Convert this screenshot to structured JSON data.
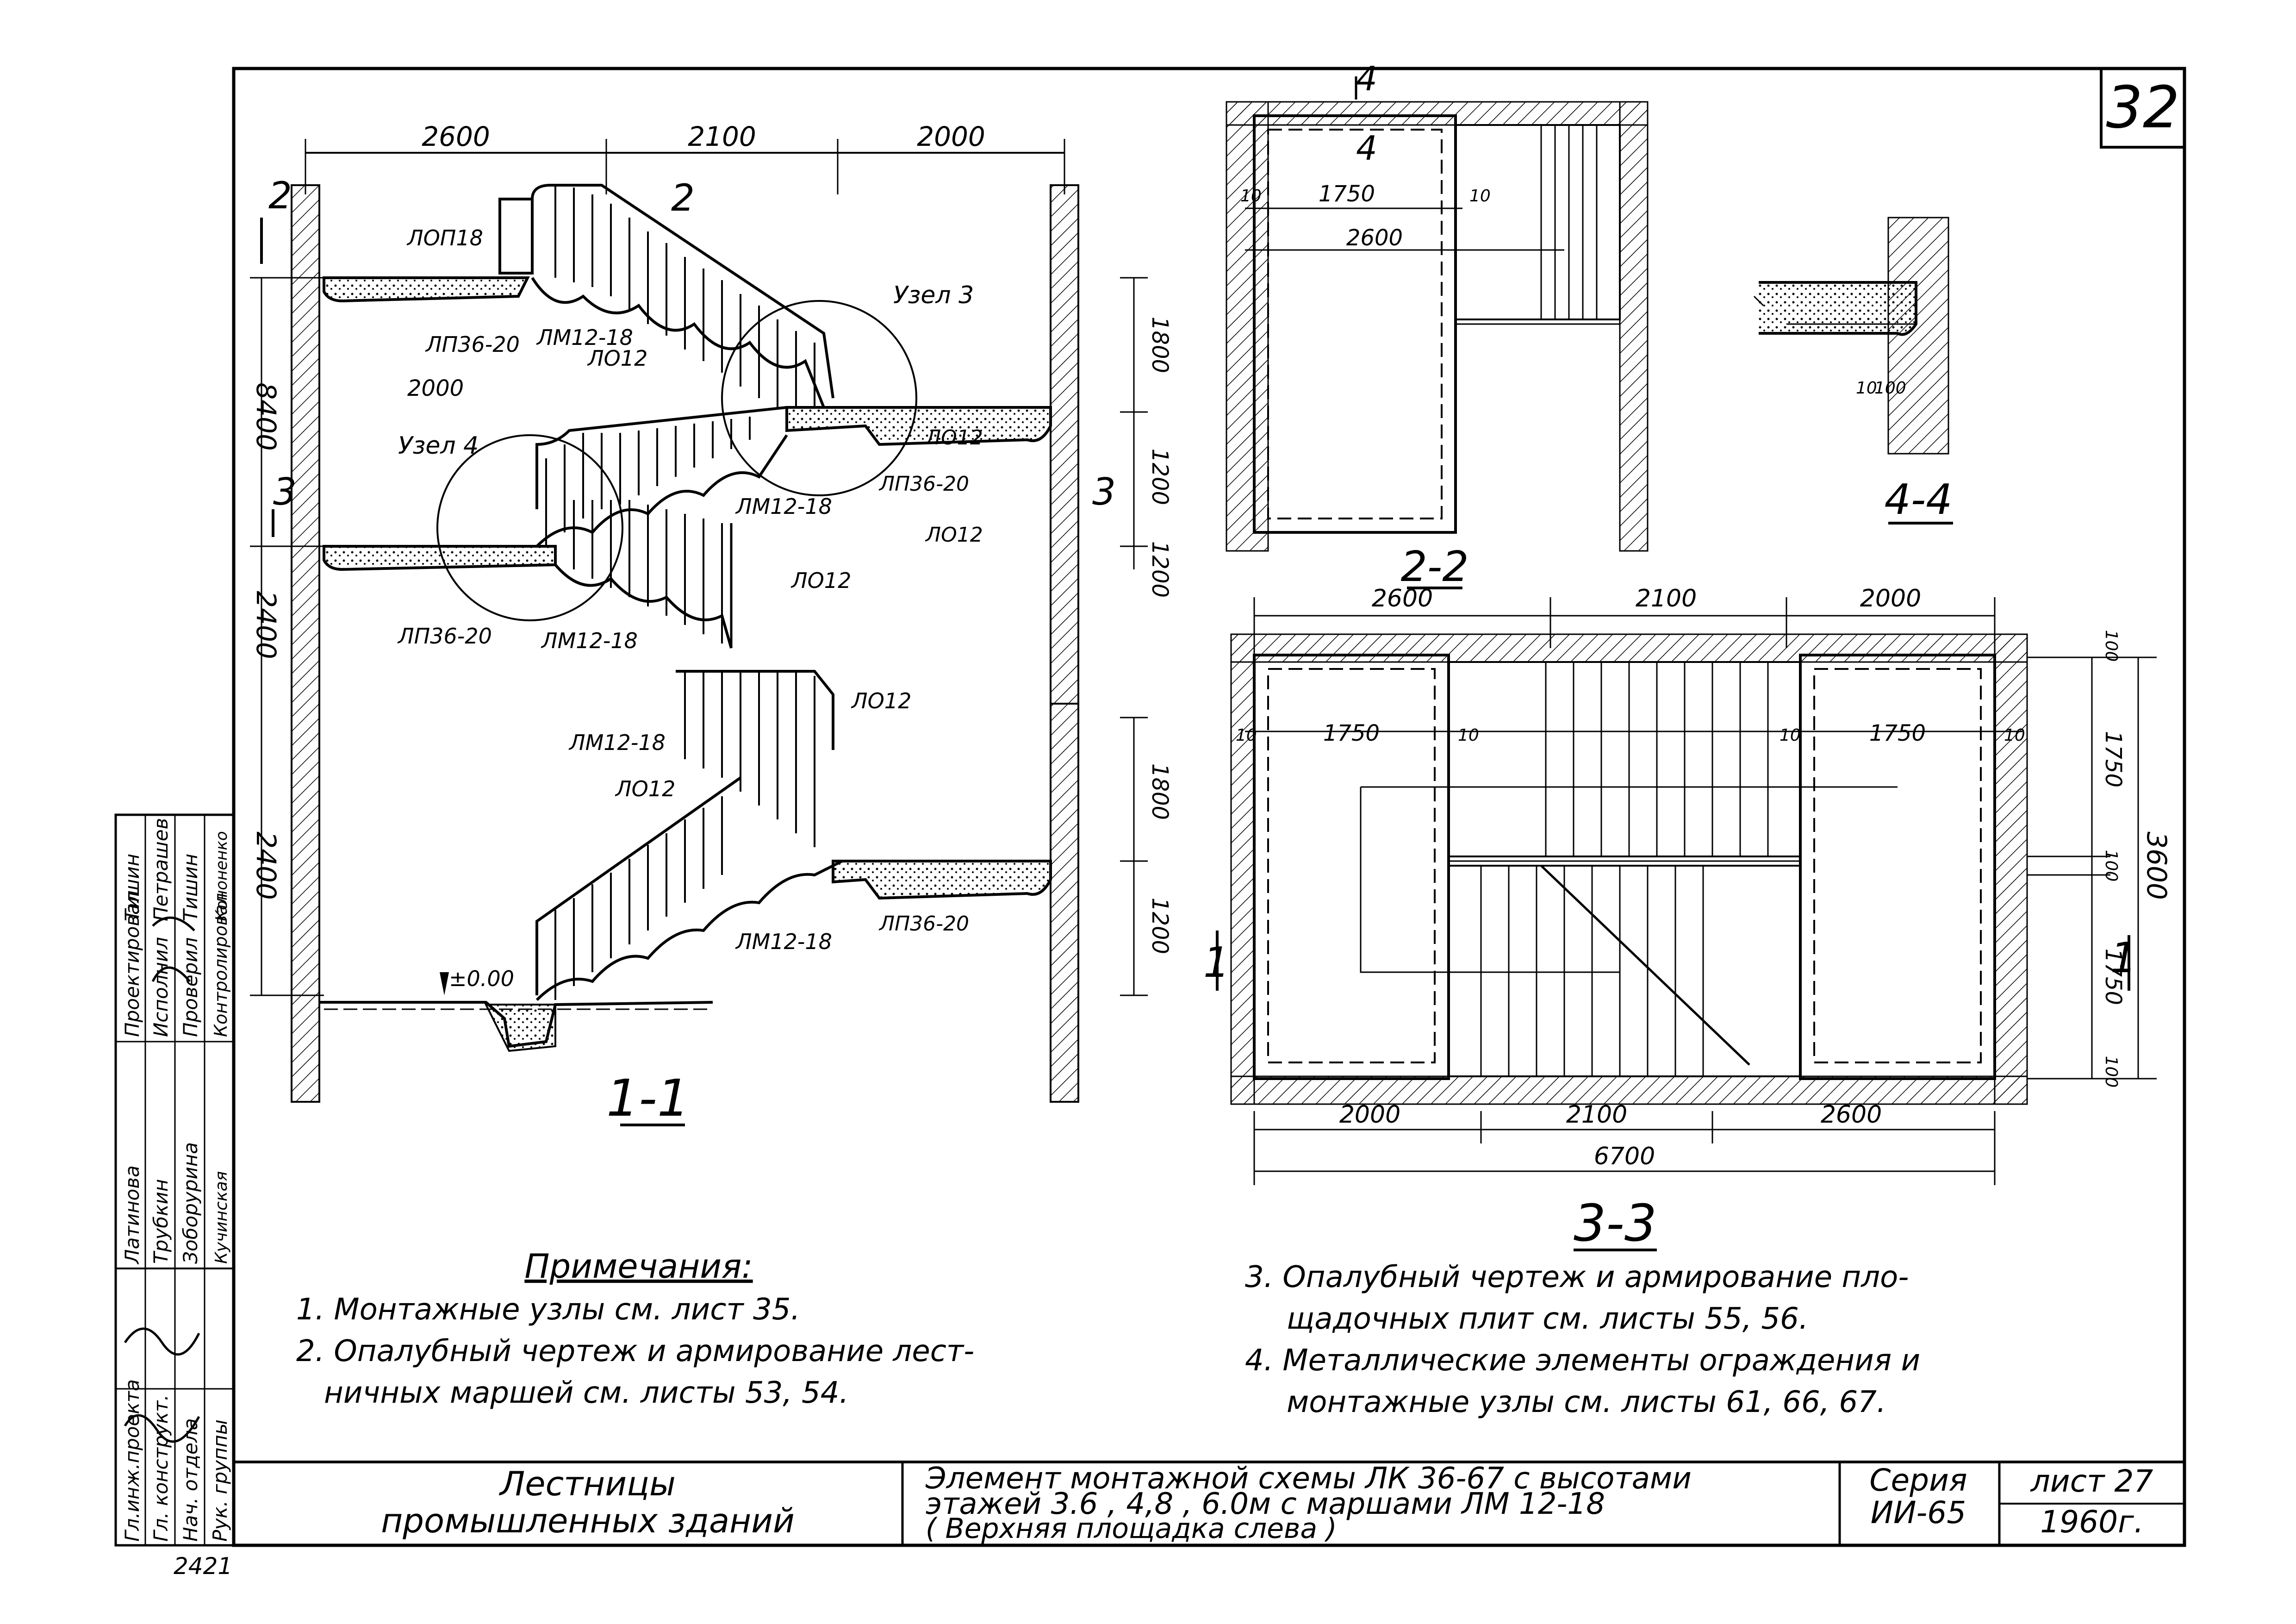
{
  "sheet": {
    "number": "32",
    "list_label": "лист 27",
    "year": "1960г.",
    "series_label": "Серия",
    "series_value": "ИИ-65",
    "archive_code": "2421"
  },
  "title_block": {
    "left_title_1": "Лестницы",
    "left_title_2": "промышленных зданий",
    "main_line_1": "Элемент монтажной схемы ЛК 36-67 с высотами",
    "main_line_2": "этажей 3.6 , 4,8 , 6.0м с маршами ЛМ 12-18",
    "main_line_3": "( Верхняя площадка слева )"
  },
  "stamp": {
    "roles": [
      "Гл.инж.проекта",
      "Гл. конструкт.",
      "Нач. отдела",
      "Рук. группы",
      "Проектировал",
      "Исполнил",
      "Проверил",
      "Контролировал"
    ],
    "names": [
      "Латинова",
      "Трубкин",
      "Зоборурина",
      "Кучинская",
      "Тишин",
      "Петрашев",
      "Тишин",
      "Кононенко"
    ]
  },
  "section_1_1": {
    "caption": "1-1",
    "dims_top": [
      "2600",
      "2100",
      "2000"
    ],
    "dim_2000": "2000",
    "dims_left": [
      "8400",
      "2400",
      "2400"
    ],
    "dims_right": [
      "1800",
      "1200",
      "1200",
      "1800",
      "1200"
    ],
    "cut_2": "2",
    "cut_3": "3",
    "elevation": "±0.00",
    "labels": [
      "ЛОП18",
      "ЛП36-20",
      "ЛМ12-18",
      "ЛО12",
      "Узел 3",
      "Узел 4",
      "ЛП36-20",
      "ЛМ12-18",
      "ЛО12",
      "ЛП36-20",
      "ЛМ12-18",
      "ЛО12",
      "ЛМ12-18",
      "ЛО12",
      "ЛМ12-18",
      "ЛП36-20"
    ]
  },
  "section_2_2": {
    "caption": "2-2",
    "cut_4": "4",
    "dims": [
      "1750",
      "2600",
      "10",
      "10"
    ]
  },
  "section_4_4": {
    "caption": "4-4",
    "dims": [
      "10",
      "100"
    ]
  },
  "section_3_3": {
    "caption": "3-3",
    "dims_top": [
      "2600",
      "2100",
      "2000"
    ],
    "dims_bottom": [
      "2000",
      "2100",
      "2600"
    ],
    "dim_total": "6700",
    "dims_inner": [
      "1750",
      "1750",
      "10",
      "10",
      "10",
      "10"
    ],
    "dims_right": [
      "100",
      "1750",
      "100",
      "1750",
      "100"
    ],
    "dim_3600": "3600",
    "cut_1": "1"
  },
  "notes": {
    "heading": "Примечания:",
    "n1": "1. Монтажные узлы см. лист 35.",
    "n2a": "2. Опалубный чертеж и армирование лест-",
    "n2b": "ничных маршей см. листы 53, 54.",
    "n3a": "3. Опалубный чертеж и армирование пло-",
    "n3b": "щадочных плит см. листы 55, 56.",
    "n4a": "4. Металлические элементы ограждения и",
    "n4b": "монтажные узлы см. листы 61, 66, 67."
  }
}
